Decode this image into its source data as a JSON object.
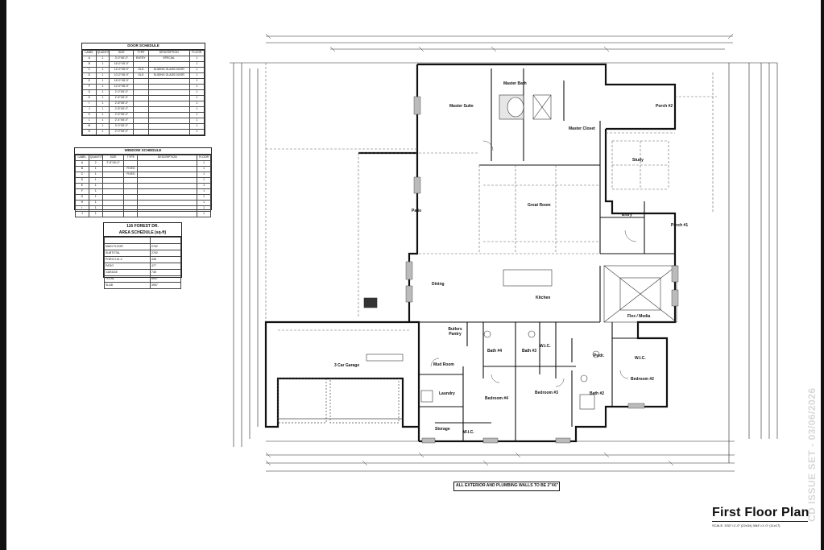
{
  "door_schedule": {
    "title": "DOOR SCHEDULE",
    "headers": [
      "LABEL",
      "QUANTITY",
      "SIZE",
      "TYPE",
      "DESCRIPTION",
      "FLOOR"
    ],
    "rows": [
      [
        "A",
        "1",
        "3'-0\"X8'-0\"",
        "ENTRY",
        "SPECIAL",
        "1"
      ],
      [
        "B",
        "1",
        "16'-0\"X8'-0\"",
        "",
        "",
        "1"
      ],
      [
        "C",
        "1",
        "12'-0\"X8'-0\"",
        "SLD",
        "SLIDING GLASS DOOR",
        "1"
      ],
      [
        "D",
        "1",
        "10'-0\"X8'-0\"",
        "SLD",
        "SLIDING GLASS DOOR",
        "1"
      ],
      [
        "E",
        "1",
        "16'-0\"X8'-0\"",
        "",
        "",
        "1"
      ],
      [
        "F",
        "1",
        "12'-0\"X8'-0\"",
        "",
        "",
        "1"
      ],
      [
        "G",
        "1",
        "2'-0\"X8'-0\"",
        "",
        "",
        "1"
      ],
      [
        "H",
        "1",
        "2'-6\"X8'-0\"",
        "",
        "",
        "1"
      ],
      [
        "I",
        "1",
        "2'-8\"X8'-0\"",
        "",
        "",
        "1"
      ],
      [
        "J",
        "1",
        "2'-8\"X8'-0\"",
        "",
        "",
        "1"
      ],
      [
        "K",
        "1",
        "2'-6\"X8'-0\"",
        "",
        "",
        "1"
      ],
      [
        "L",
        "1",
        "2'-4\"X8'-0\"",
        "",
        "",
        "1"
      ],
      [
        "M",
        "1",
        "3'-0\"X8'-0\"",
        "",
        "",
        "1"
      ],
      [
        "N",
        "1",
        "2'-0\"X8'-0\"",
        "",
        "",
        "1"
      ]
    ]
  },
  "window_schedule": {
    "title": "WINDOW SCHEDULE",
    "headers": [
      "LABEL",
      "QUANTITY",
      "SIZE",
      "TYPE",
      "DESCRIPTION",
      "FLOOR"
    ],
    "rows": [
      [
        "A",
        "2",
        "2'-8\"X6'-0\"",
        "",
        "",
        "1"
      ],
      [
        "B",
        "1",
        "",
        "FIXED",
        "",
        "1"
      ],
      [
        "C",
        "1",
        "",
        "FIXED",
        "",
        "1"
      ],
      [
        "D",
        "1",
        "",
        "",
        "",
        "1"
      ],
      [
        "E",
        "1",
        "",
        "",
        "",
        "1"
      ],
      [
        "F",
        "1",
        "",
        "",
        "",
        "1"
      ],
      [
        "G",
        "1",
        "",
        "",
        "",
        "1"
      ],
      [
        "H",
        "1",
        "",
        "",
        "",
        "1"
      ],
      [
        "I",
        "1",
        "",
        "",
        "",
        "1"
      ],
      [
        "J",
        "1",
        "",
        "",
        "",
        "1"
      ]
    ]
  },
  "area_schedule": {
    "title_line1": "116 FOREST DR.",
    "title_line2": "AREA SCHEDULE (sq-ft)",
    "rows": [
      [
        "",
        ""
      ],
      [
        "MAIN FLOOR",
        "2762"
      ],
      [
        "SUBTOTAL",
        "2762"
      ],
      [
        "PORCH #1-2",
        "438"
      ],
      [
        "PATIO",
        "477"
      ],
      [
        "GARAGE",
        "745"
      ],
      [
        "TOTAL",
        "5007"
      ],
      [
        "SLAB",
        "3957"
      ]
    ]
  },
  "rooms": {
    "master_suite": "Master Suite",
    "master_bath": "Master Bath",
    "master_closet": "Master Closet",
    "porch2": "Porch #2",
    "study": "Study",
    "great_room": "Great Room",
    "patio": "Patio",
    "entry": "Entry",
    "porch1": "Porch #1",
    "dining": "Dining",
    "kitchen": "Kitchen",
    "flex_media": "Flex / Media",
    "butlers_pantry": "Butlers Pantry",
    "bath4": "Bath #4",
    "bath3": "Bath #3",
    "wic_center": "W.I.C.",
    "pwdr": "Pwdr.",
    "wic_right": "W.I.C.",
    "garage": "3 Car Garage",
    "mud_room": "Mud Room",
    "laundry": "Laundry",
    "bedroom4": "Bedroom #4",
    "bedroom3": "Bedroom #3",
    "bath2": "Bath #2",
    "bedroom2": "Bedroom #2",
    "storage": "Storage",
    "wic_bottom": "W.I.C."
  },
  "notes": {
    "walls": "ALL EXTERIOR AND PLUMBING WALLS TO BE 2\"X6\""
  },
  "title_block": {
    "title": "First Floor Plan",
    "scale": "SCALE: 3/32\"=1'-0\" (22x34) 3/64\"=1'-0\" (11x17)"
  },
  "stamp": "CD ISSUE SET - 03/06/2026"
}
